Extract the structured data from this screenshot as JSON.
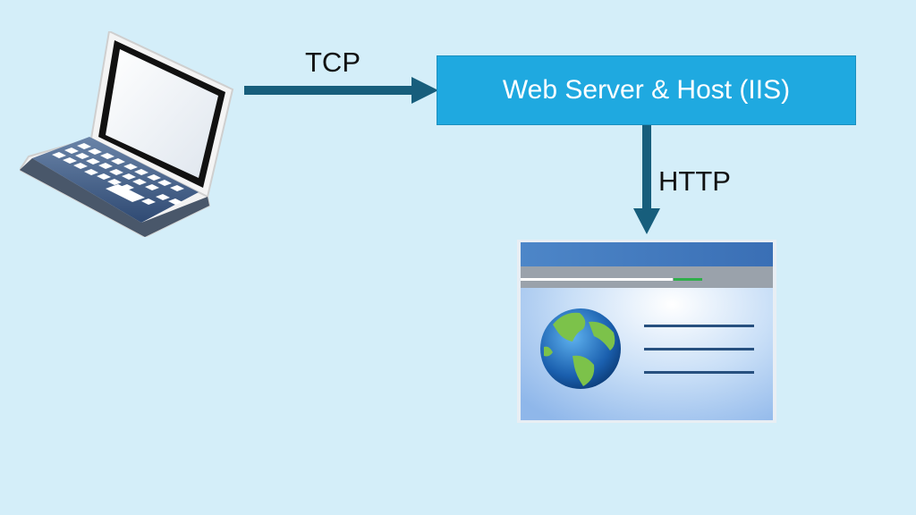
{
  "diagram": {
    "nodes": [
      {
        "id": "client",
        "label": "",
        "icon": "laptop-icon"
      },
      {
        "id": "server",
        "label": "Web Server & Host (IIS)"
      },
      {
        "id": "webpage",
        "label": "",
        "icon": "web-page-icon"
      }
    ],
    "edges": [
      {
        "from": "client",
        "to": "server",
        "label": "TCP"
      },
      {
        "from": "server",
        "to": "webpage",
        "label": "HTTP"
      }
    ]
  },
  "colors": {
    "background": "#d4eef9",
    "server_box": "#1fa9e0",
    "arrow": "#175e7c",
    "server_text": "#ffffff"
  }
}
